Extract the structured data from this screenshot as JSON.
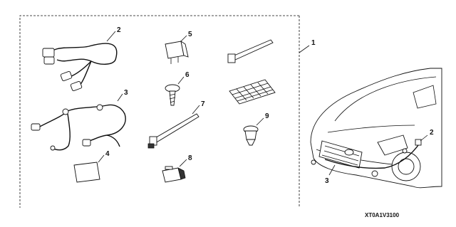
{
  "callouts": {
    "kit": "1",
    "sub_harness": "2",
    "main_harness": "3",
    "sticker": "4",
    "relay": "5",
    "screw": "6",
    "cable_tie_long": "7",
    "connector": "8",
    "clip": "9",
    "vehicle_sub_harness": "2",
    "vehicle_main_harness": "3"
  },
  "diagram_code": "XT0A1V3100"
}
